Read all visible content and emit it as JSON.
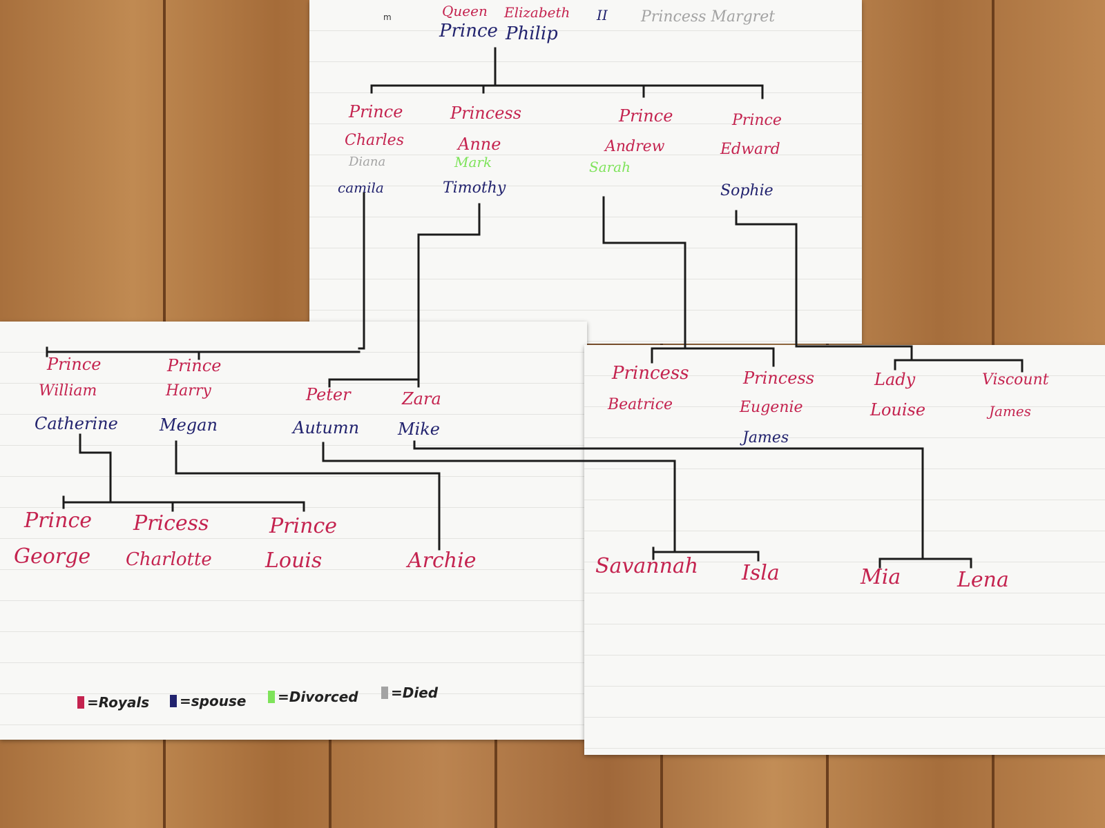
{
  "mark": "m",
  "generation_1": {
    "queen_title": "Queen",
    "queen_name": "Elizabeth",
    "queen_numeral": "II",
    "sister": "Princess Margret",
    "prince_title": "Prince",
    "prince_name": "Philip"
  },
  "generation_2": {
    "charles": {
      "title": "Prince",
      "name": "Charles",
      "ex_spouse": "Diana",
      "spouse": "camila"
    },
    "anne": {
      "title": "Princess",
      "name": "Anne",
      "ex_spouse": "Mark",
      "spouse": "Timothy"
    },
    "andrew": {
      "title": "Prince",
      "name": "Andrew",
      "ex_spouse": "Sarah"
    },
    "edward": {
      "title": "Prince",
      "name": "Edward",
      "spouse": "Sophie"
    }
  },
  "generation_3": {
    "william": {
      "title": "Prince",
      "name": "William",
      "spouse": "Catherine"
    },
    "harry": {
      "title": "Prince",
      "name": "Harry",
      "spouse": "Megan"
    },
    "peter": {
      "name": "Peter",
      "spouse": "Autumn"
    },
    "zara": {
      "name": "Zara",
      "spouse": "Mike"
    },
    "beatrice": {
      "title": "Princess",
      "name": "Beatrice"
    },
    "eugenie": {
      "title": "Princess",
      "name": "Eugenie",
      "spouse": "James"
    },
    "louise": {
      "title": "Lady",
      "name": "Louise"
    },
    "james": {
      "title": "Viscount",
      "name": "James"
    }
  },
  "generation_4": {
    "george": {
      "title": "Prince",
      "name": "George"
    },
    "charlotte": {
      "title": "Pricess",
      "name": "Charlotte"
    },
    "louis": {
      "title": "Prince",
      "name": "Louis"
    },
    "archie": "Archie",
    "savannah": "Savannah",
    "isla": "Isla",
    "mia": "Mia",
    "lena": "Lena"
  },
  "legend": {
    "royals": "=Royals",
    "spouse": "=spouse",
    "divorced": "=Divorced",
    "died": "=Died"
  },
  "colors": {
    "royal": "#c4234f",
    "spouse": "#22236e",
    "divorced": "#7ee35a",
    "died": "#a3a3a3"
  }
}
